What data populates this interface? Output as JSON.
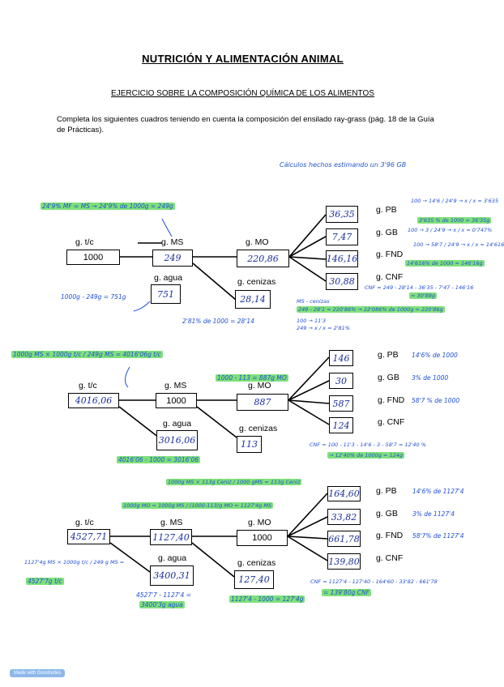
{
  "header": {
    "title": "NUTRICIÓN Y ALIMENTACIÓN ANIMAL",
    "subtitle": "EJERCICIO SOBRE LA COMPOSICIÓN QUÍMICA DE LOS ALIMENTOS",
    "intro": "Completa los siguientes cuadros teniendo en cuenta la composición del ensilado ray-grass (pág. 18 de la Guía de Prácticas)."
  },
  "note_header": "Cálculos hechos estimando un 3'96 GB",
  "labels": {
    "tc": "g. t/c",
    "ms": "g. MS",
    "agua": "g. agua",
    "mo": "g. MO",
    "cenizas": "g. cenizas",
    "pb": "g. PB",
    "gb": "g. GB",
    "fnd": "g. FND",
    "cnf": "g. CNF"
  },
  "diagram1": {
    "tc": "1000",
    "ms": "249",
    "agua": "751",
    "mo": "220,86",
    "cenizas": "28,14",
    "pb": "36,35",
    "gb": "7,47",
    "fnd": "146,16",
    "cnf": "30,88",
    "notes": {
      "ms_calc": "24'9% MF = MS → 24'9% de 1000g = 249g",
      "agua_calc": "1000g - 249g = 751g",
      "cen_calc": "2'81% de 1000 = 28'14",
      "pb_calc": "100 → 14'6 / 24'9 → x / x = 3'635",
      "pb_res": "3'635 % de 1000 = 36'35g",
      "gb_calc": "100 → 3 / 24'9 → x / x = 0'747%",
      "fnd_calc": "100 → 58'7 / 24'9 → x / x = 14'616",
      "fnd_res": "14'616% de 1000 = 146'16g",
      "cnf_calc": "CNF = 249 - 28'14 - 36'35 - 7'47 - 146'16",
      "cnf_res": "= 30'88g",
      "mo_calc1": "MS - cenizas",
      "mo_calc2": "249 - 28'1 = 220'86% → 22'086% de 1000g = 220'86g",
      "mo_calc3": "100 → 11'3",
      "mo_calc4": "249 → x / x = 2'81%"
    }
  },
  "diagram2": {
    "tc": "4016,06",
    "ms": "1000",
    "agua": "3016,06",
    "mo": "887",
    "cenizas": "113",
    "pb": "146",
    "gb": "30",
    "fnd": "587",
    "cnf": "124",
    "notes": {
      "tc_calc": "1000g MS × 1000g t/c / 249g MS = 4016'06g t/c",
      "mo_calc": "1000 - 113 = 887g MO",
      "pb_calc": "14'6% de 1000",
      "gb_calc": "3% de 1000",
      "fnd_calc": "58'7 % de 1000",
      "cnf_calc": "CNF = 100 - 11'3 - 14'6 - 3 - 58'7 = 12'40 %",
      "cnf_res": "→ 12'40% de 1000g = 124g",
      "agua_calc": "4016'06 - 1000 = 3016'06"
    }
  },
  "diagram3": {
    "tc": "4527,71",
    "ms": "1127,40",
    "agua": "3400,31",
    "mo": "1000",
    "cenizas": "127,40",
    "pb": "164,60",
    "gb": "33,82",
    "fnd": "661,78",
    "cnf": "139,80",
    "notes": {
      "cen_calc": "1000g MS × 113g Ceniz / 1000 gMS = 113g Ceniz",
      "ms_calc": "1000g MO = 1000g MS / (1000-113)g MO = 1127'4g MS",
      "tc_calc": "1127'4g MS × 1000g t/c / 249 g MS =",
      "tc_res": "4527'7g t/c",
      "agua_calc": "4527'7 - 1127'4 =",
      "agua_res": "3400'3g agua",
      "cen2_calc": "1127'4 - 1000 = 127'4g",
      "pb_calc": "14'6% de 1127'4",
      "gb_calc": "3% de 1127'4",
      "fnd_calc": "58'7% de 1127'4",
      "cnf_calc": "CNF = 1127'4 - 127'40 - 164'60 - 33'82 - 661'78",
      "cnf_res": "= 139'80g CNF"
    }
  },
  "footer": "Made with Goodnotes"
}
